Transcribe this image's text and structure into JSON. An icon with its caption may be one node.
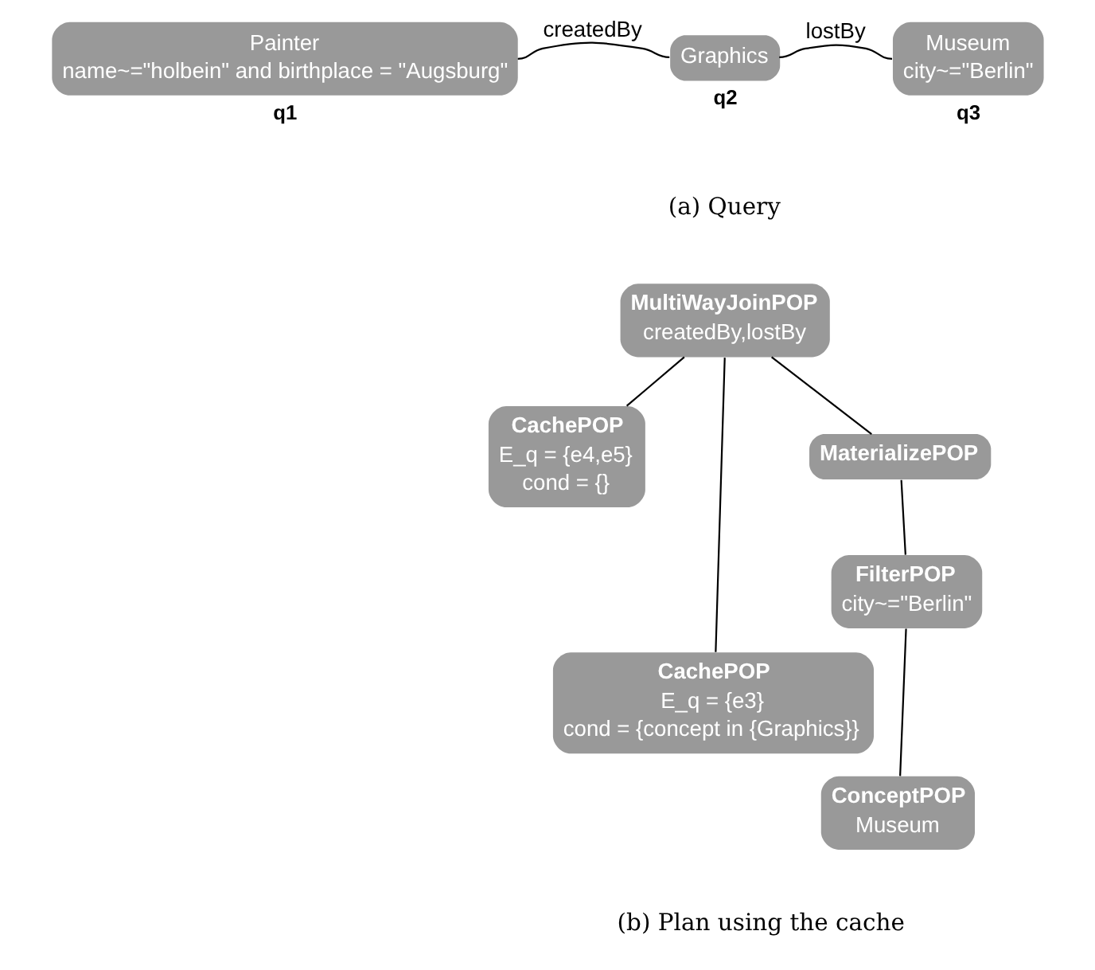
{
  "diagram": {
    "nodes": [
      {
        "text": [
          "Painter",
          "name~=\"holbein\" and birthplace = \"Augsburg\""
        ],
        "beside": [
          "q1"
        ]
      },
      {
        "text": [
          "Graphics"
        ],
        "beside": [
          "q2"
        ]
      },
      {
        "text": [
          "Museum",
          "city~=\"Berlin\""
        ],
        "beside": [
          "q3"
        ]
      },
      {
        "text": [
          "MultiWayJoinPOP",
          "createdBy,lostBy"
        ]
      },
      {
        "text": [
          "CachePOP",
          "E_q = {e4,e5}",
          "cond = {}"
        ]
      },
      {
        "text": [
          "CachePOP",
          "E_q = {e3}",
          "cond = {concept in {Graphics}}"
        ]
      },
      {
        "text": [
          "MaterializePOP"
        ]
      },
      {
        "text": [
          "FilterPOP",
          "city~=\"Berlin\""
        ]
      },
      {
        "text": [
          "ConceptPOP",
          "Museum"
        ]
      }
    ],
    "edges": [
      {
        "from": 0,
        "to": 1,
        "arrow": "none",
        "label": "createdBy"
      },
      {
        "from": 1,
        "to": 2,
        "arrow": "none",
        "label": "lostBy"
      },
      {
        "from": 3,
        "to": 4,
        "arrow": "none"
      },
      {
        "from": 3,
        "to": 5,
        "arrow": "none"
      },
      {
        "from": 3,
        "to": 6,
        "arrow": "none"
      },
      {
        "from": 6,
        "to": 7,
        "arrow": "none"
      },
      {
        "from": 7,
        "to": 8,
        "arrow": "none"
      }
    ],
    "labels": [
      "(a) Query",
      "(b) Plan using the cache"
    ]
  }
}
